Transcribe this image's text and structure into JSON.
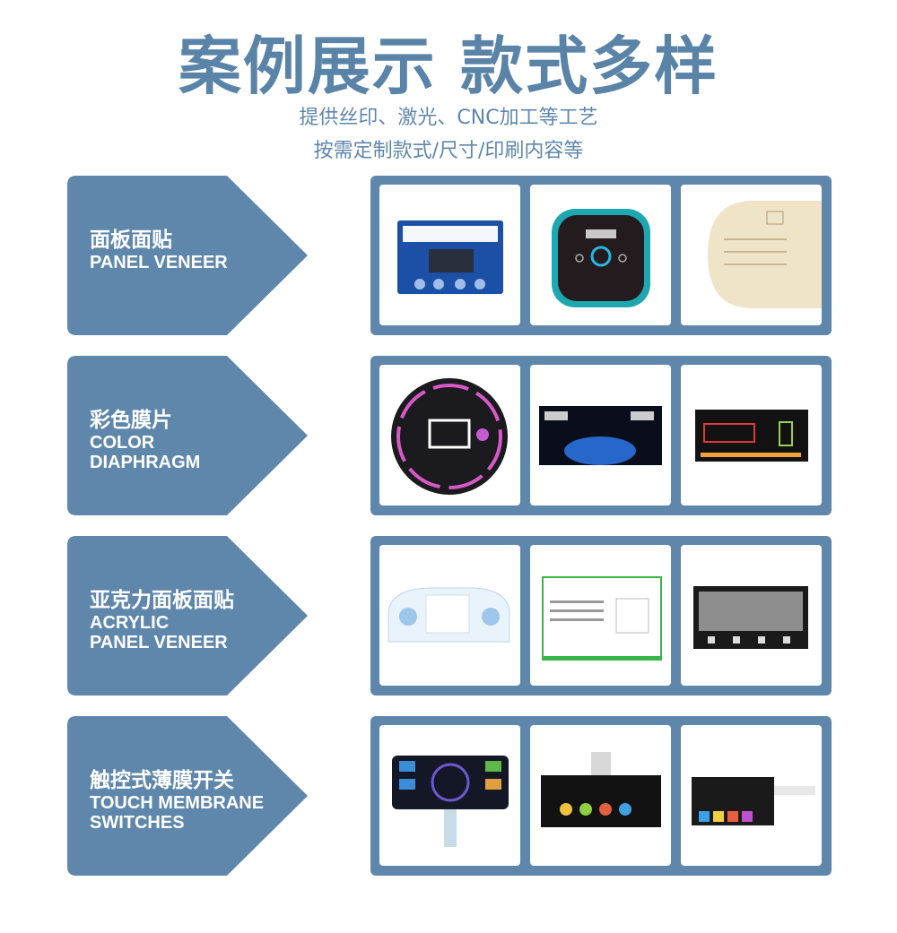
{
  "header": {
    "title": "案例展示 款式多样",
    "subtitle1": "提供丝印、激光、CNC加工等工艺",
    "subtitle2": "按需定制款式/尺寸/印刷内容等"
  },
  "categories": [
    {
      "cn": "面板面贴",
      "en": "PANEL VENEER"
    },
    {
      "cn": "彩色膜片",
      "en": "COLOR\nDIAPHRAGM"
    },
    {
      "cn": "亚克力面板面贴",
      "en": "ACRYLIC\nPANEL VENEER"
    },
    {
      "cn": "触控式薄膜开关",
      "en": "TOUCH MEMBRANE\nSWITCHES"
    }
  ],
  "theme": {
    "accent": "#5f87ab",
    "title_color": "#5a83a8"
  }
}
